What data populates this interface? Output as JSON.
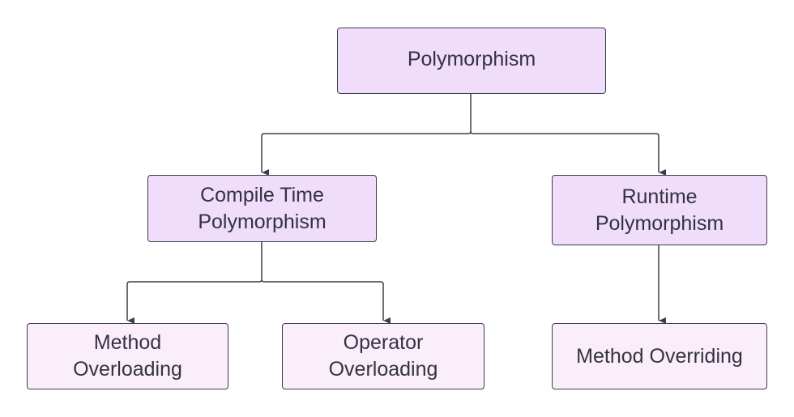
{
  "diagram": {
    "nodes": [
      {
        "id": "root",
        "label": "Polymorphism"
      },
      {
        "id": "compile",
        "label": "Compile Time\nPolymorphism"
      },
      {
        "id": "runtime",
        "label": "Runtime\nPolymorphism"
      },
      {
        "id": "method_overloading",
        "label": "Method\nOverloading"
      },
      {
        "id": "operator_overloading",
        "label": "Operator\nOverloading"
      },
      {
        "id": "method_overriding",
        "label": "Method Overriding"
      }
    ],
    "edges": [
      {
        "from": "root",
        "to": "compile"
      },
      {
        "from": "root",
        "to": "runtime"
      },
      {
        "from": "compile",
        "to": "method_overloading"
      },
      {
        "from": "compile",
        "to": "operator_overloading"
      },
      {
        "from": "runtime",
        "to": "method_overriding"
      }
    ],
    "colors": {
      "upper_node_fill": "#f0dcfb",
      "lower_node_fill": "#fbeefb",
      "border": "#3d3d4a",
      "connector": "#3d3d4a",
      "text": "#333340"
    }
  }
}
